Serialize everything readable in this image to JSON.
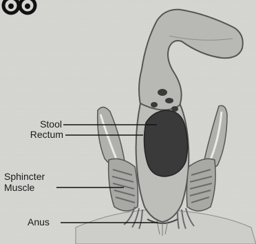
{
  "labels": {
    "stool": "Stool",
    "rectum": "Rectum",
    "sphincter_line1": "Sphincter",
    "sphincter_line2": "Muscle",
    "anus": "Anus"
  },
  "logo_glyphs": "GG",
  "colors": {
    "background": "#d9d9d6",
    "tissue": "#b9b9b6",
    "tissue_light": "#cfcfcc",
    "stool": "#3a3a3a",
    "outline": "#555555",
    "muscle_fibers": "#6a6a6a"
  }
}
